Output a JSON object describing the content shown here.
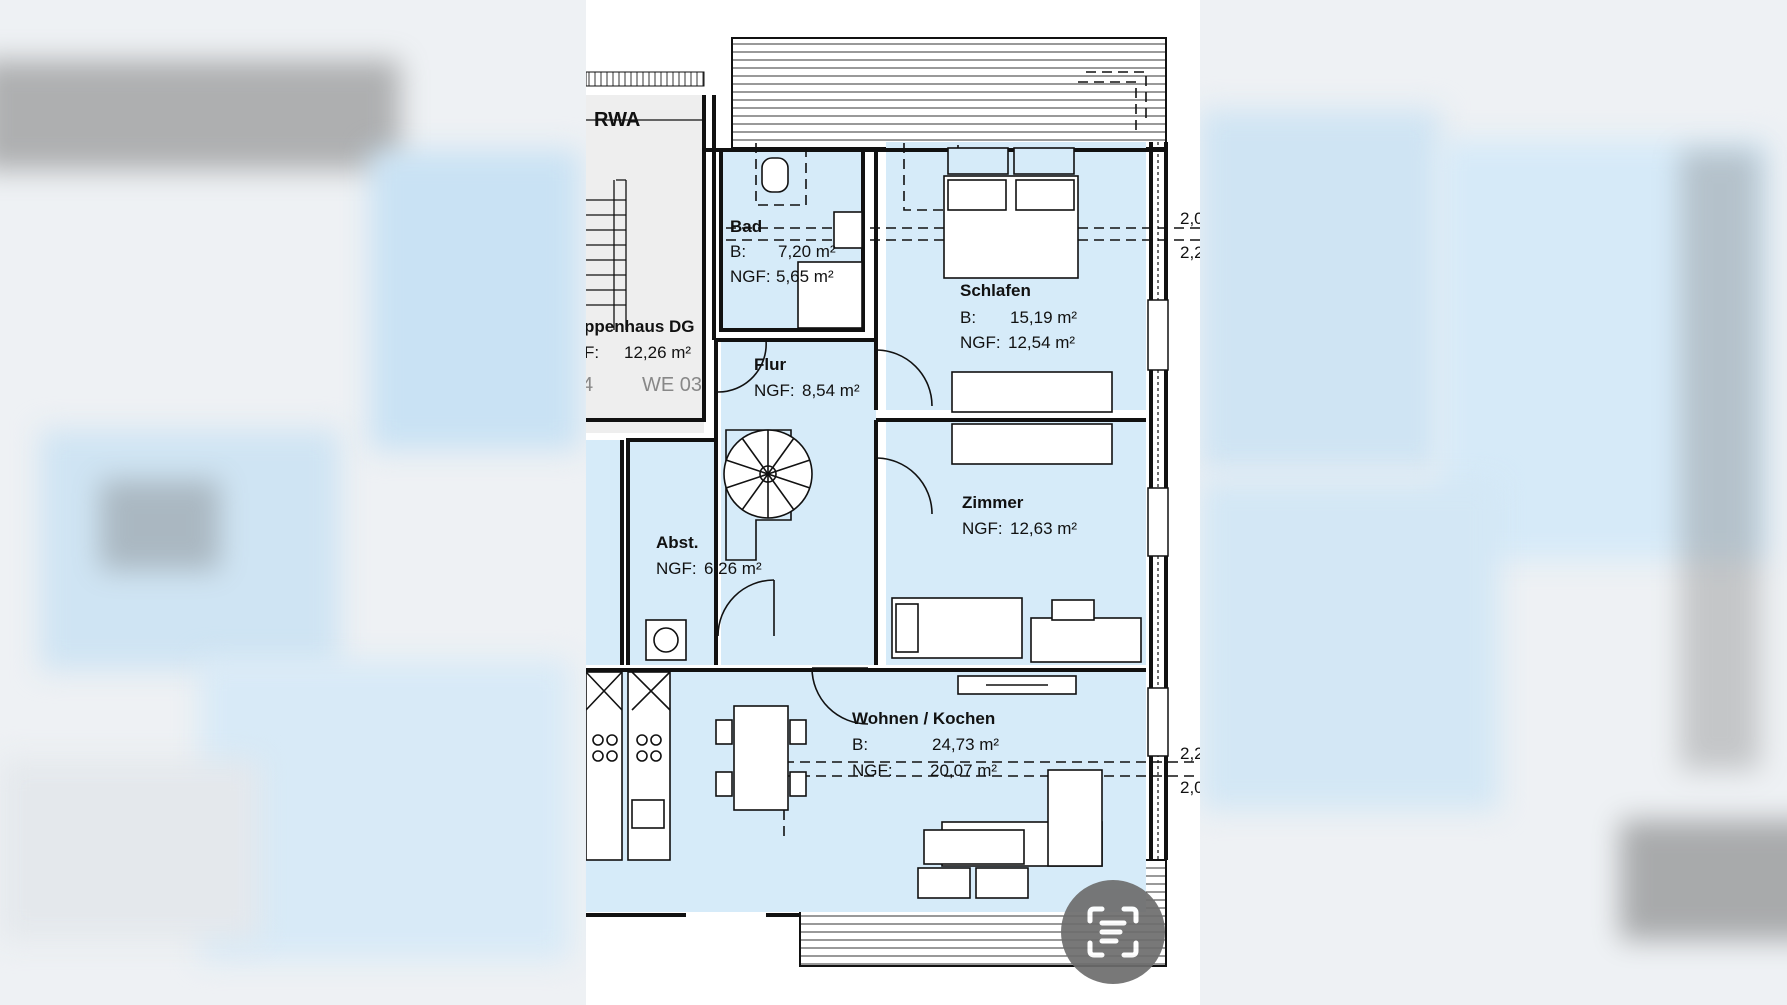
{
  "plan": {
    "rooms": [
      {
        "id": "rwa",
        "name": "RWA"
      },
      {
        "id": "bad",
        "name": "Bad",
        "b_label": "B:",
        "b_value": "7,20 m²",
        "ngf_label": "NGF:",
        "ngf_value": "5,65 m²"
      },
      {
        "id": "schlafen",
        "name": "Schlafen",
        "b_label": "B:",
        "b_value": "15,19 m²",
        "ngf_label": "NGF:",
        "ngf_value": "12,54 m²"
      },
      {
        "id": "treppenhaus",
        "name": "ppenhaus DG",
        "b_label": "F:",
        "b_value": "12,26 m²"
      },
      {
        "id": "flur",
        "name": "Flur",
        "ngf_label": "NGF:",
        "ngf_value": "8,54 m²"
      },
      {
        "id": "zimmer",
        "name": "Zimmer",
        "ngf_label": "NGF:",
        "ngf_value": "12,63 m²"
      },
      {
        "id": "abst",
        "name": "Abst.",
        "ngf_label": "NGF:",
        "ngf_value": "6,26 m²"
      },
      {
        "id": "wohnen",
        "name": "Wohnen / Kochen",
        "b_label": "B:",
        "b_value": "24,73 m²",
        "ngf_label": "NGF:",
        "ngf_value": "20,07 m²"
      }
    ],
    "unit_label": "WE 03",
    "unit_label_partial": "4",
    "height_marks": [
      "2,0",
      "2,2",
      "2,2",
      "2,0"
    ]
  },
  "colors": {
    "room_fill": "#d6ebf9",
    "wall": "#111111",
    "stair_fill": "#eeeeee",
    "lens_button": "#6d6d6d"
  },
  "icons": {
    "lens": "google-lens-scan-icon"
  }
}
